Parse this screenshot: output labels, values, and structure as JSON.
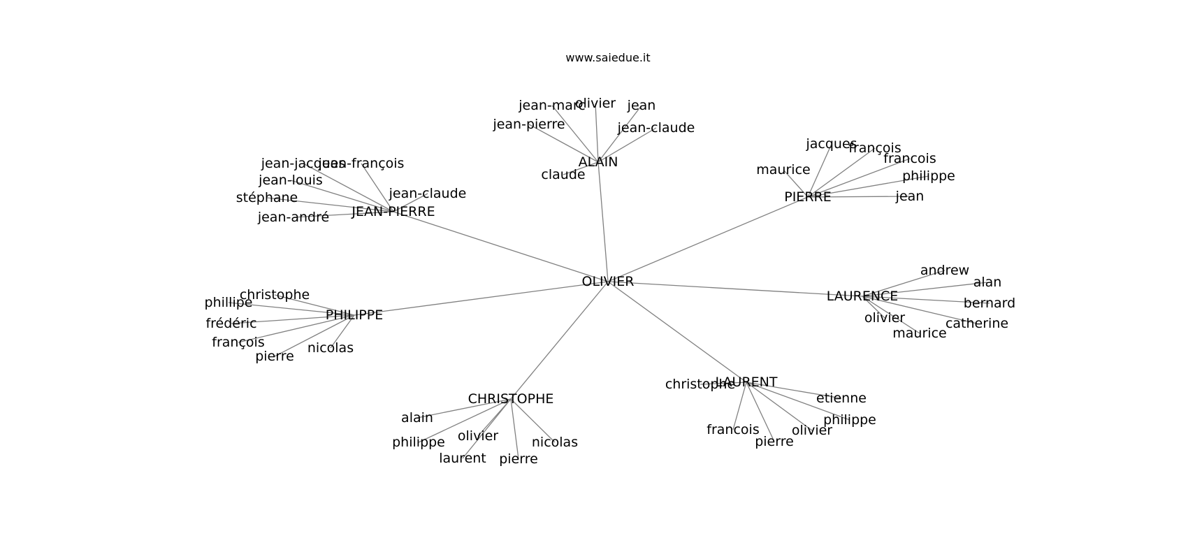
{
  "caption": "www.saiedue.it",
  "graph": {
    "root": "OLIVIER",
    "groups": [
      {
        "name": "ALAIN",
        "children": [
          "jean-marc",
          "olivier",
          "jean",
          "jean-pierre",
          "jean-claude",
          "claude"
        ]
      },
      {
        "name": "PIERRE",
        "children": [
          "jacques",
          "françois",
          "francois",
          "maurice",
          "philippe",
          "jean"
        ]
      },
      {
        "name": "JEAN-PIERRE",
        "children": [
          "jean-jacques",
          "jean-françois",
          "jean-louis",
          "jean-claude",
          "stéphane",
          "jean-andré"
        ]
      },
      {
        "name": "LAURENCE",
        "children": [
          "andrew",
          "alan",
          "bernard",
          "olivier",
          "catherine",
          "maurice"
        ]
      },
      {
        "name": "PHILIPPE",
        "children": [
          "christophe",
          "phillipe",
          "frédéric",
          "françois",
          "pierre",
          "nicolas"
        ]
      },
      {
        "name": "LAURENT",
        "children": [
          "christophe",
          "etienne",
          "philippe",
          "francois",
          "pierre",
          "olivier"
        ]
      },
      {
        "name": "CHRISTOPHE",
        "children": [
          "alain",
          "philippe",
          "olivier",
          "nicolas",
          "laurent",
          "pierre"
        ]
      }
    ]
  }
}
